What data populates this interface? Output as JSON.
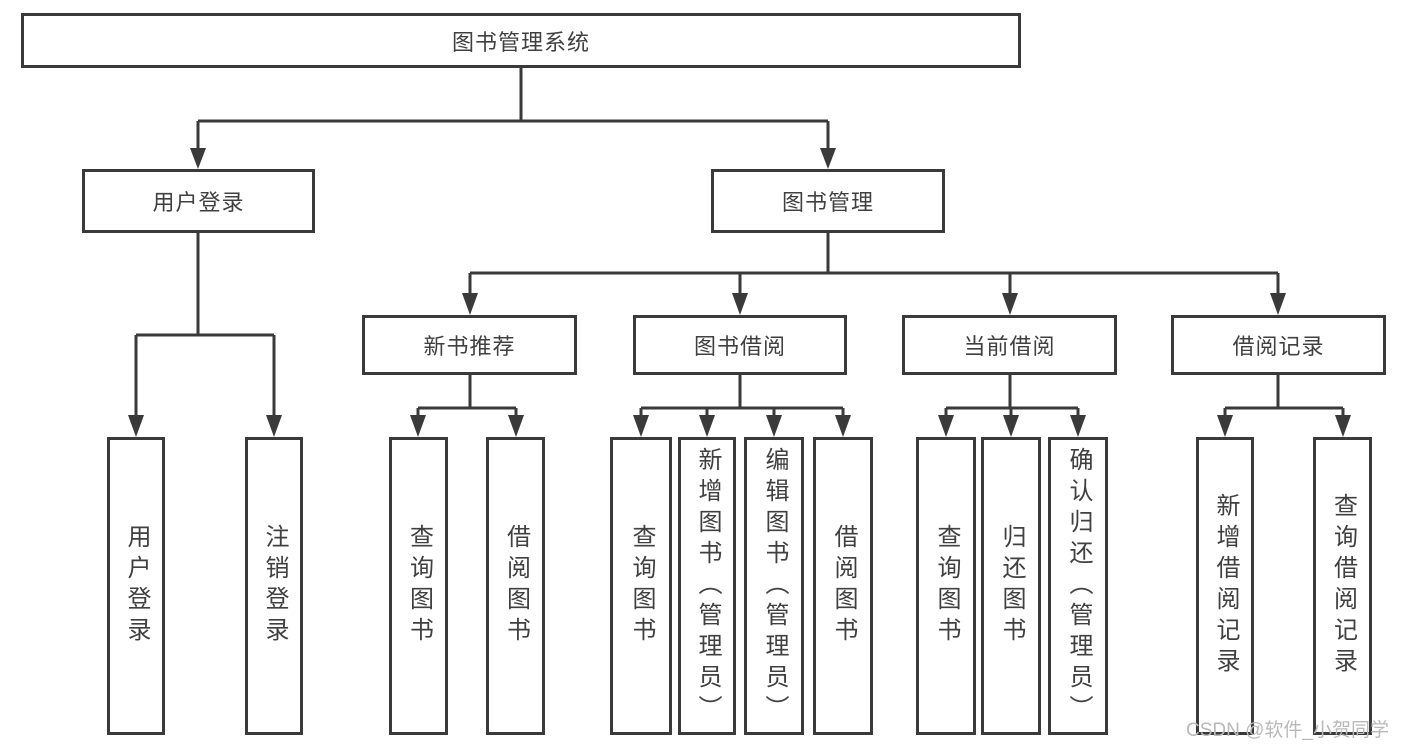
{
  "diagram": {
    "root": {
      "label": "图书管理系统"
    },
    "branches": [
      {
        "label": "用户登录",
        "children": [
          {
            "label": "用户登录"
          },
          {
            "label": "注销登录"
          }
        ]
      },
      {
        "label": "图书管理",
        "sections": [
          {
            "label": "新书推荐",
            "children": [
              {
                "label": "查询图书"
              },
              {
                "label": "借阅图书"
              }
            ]
          },
          {
            "label": "图书借阅",
            "children": [
              {
                "label": "查询图书"
              },
              {
                "label": "新增图书（管理员）"
              },
              {
                "label": "编辑图书（管理员）"
              },
              {
                "label": "借阅图书"
              }
            ]
          },
          {
            "label": "当前借阅",
            "children": [
              {
                "label": "查询图书"
              },
              {
                "label": "归还图书"
              },
              {
                "label": "确认归还（管理员）"
              }
            ]
          },
          {
            "label": "借阅记录",
            "children": [
              {
                "label": "新增借阅记录"
              },
              {
                "label": "查询借阅记录"
              }
            ]
          }
        ]
      }
    ]
  },
  "watermark": {
    "text": "CSDN @软件_小贺同学"
  },
  "colors": {
    "line": "#3a3a3a",
    "text": "#404040",
    "background": "#ffffff",
    "watermark": "#b9b9b9"
  }
}
